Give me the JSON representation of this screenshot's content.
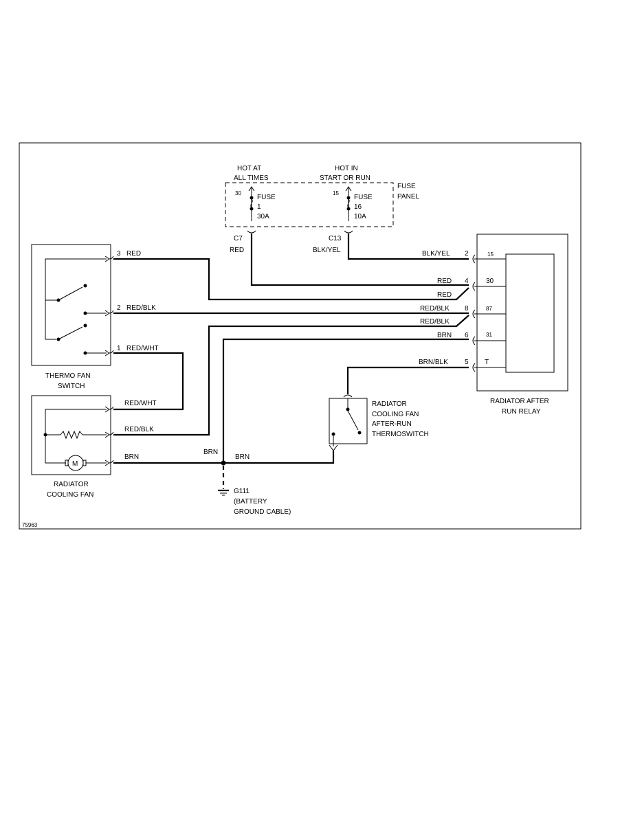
{
  "fuse_panel": {
    "hot_at": "HOT AT",
    "all_times": "ALL TIMES",
    "hot_in": "HOT IN",
    "start_or_run": "START OR RUN",
    "label_line1": "FUSE",
    "label_line2": "PANEL",
    "fuse1": {
      "terminal": "30",
      "label": "FUSE",
      "number": "1",
      "rating": "30A",
      "connector": "C7",
      "wire": "RED"
    },
    "fuse16": {
      "terminal": "15",
      "label": "FUSE",
      "number": "16",
      "rating": "10A",
      "connector": "C13",
      "wire": "BLK/YEL"
    }
  },
  "thermo_fan_switch": {
    "label_line1": "THERMO FAN",
    "label_line2": "SWITCH",
    "pins": [
      {
        "pin": "3",
        "wire": "RED"
      },
      {
        "pin": "2",
        "wire": "RED/BLK"
      },
      {
        "pin": "1",
        "wire": "RED/WHT"
      }
    ]
  },
  "radiator_cooling_fan": {
    "label_line1": "RADIATOR",
    "label_line2": "COOLING FAN",
    "motor_symbol": "M",
    "wires": [
      "RED/WHT",
      "RED/BLK",
      "BRN"
    ]
  },
  "relay": {
    "label_line1": "RADIATOR AFTER",
    "label_line2": "RUN RELAY",
    "pins": [
      {
        "pin": "2",
        "terminal": "15",
        "wire": "BLK/YEL"
      },
      {
        "pin": "4",
        "terminal": "30",
        "wire": "RED"
      },
      {
        "pin": "8",
        "terminal": "87",
        "wire": "RED/BLK"
      },
      {
        "pin": "6",
        "terminal": "31",
        "wire": "BRN"
      },
      {
        "pin": "5",
        "terminal": "T",
        "wire": "BRN/BLK"
      }
    ],
    "extra_wire_labels": [
      "RED",
      "RED/BLK"
    ]
  },
  "thermoswitch": {
    "label_line1": "RADIATOR",
    "label_line2": "COOLING FAN",
    "label_line3": "AFTER-RUN",
    "label_line4": "THERMOSWITCH"
  },
  "ground": {
    "wire_left": "BRN",
    "wire_right": "BRN",
    "id": "G111",
    "label_line1": "(BATTERY",
    "label_line2": "GROUND CABLE)"
  },
  "figure_id": "75963"
}
